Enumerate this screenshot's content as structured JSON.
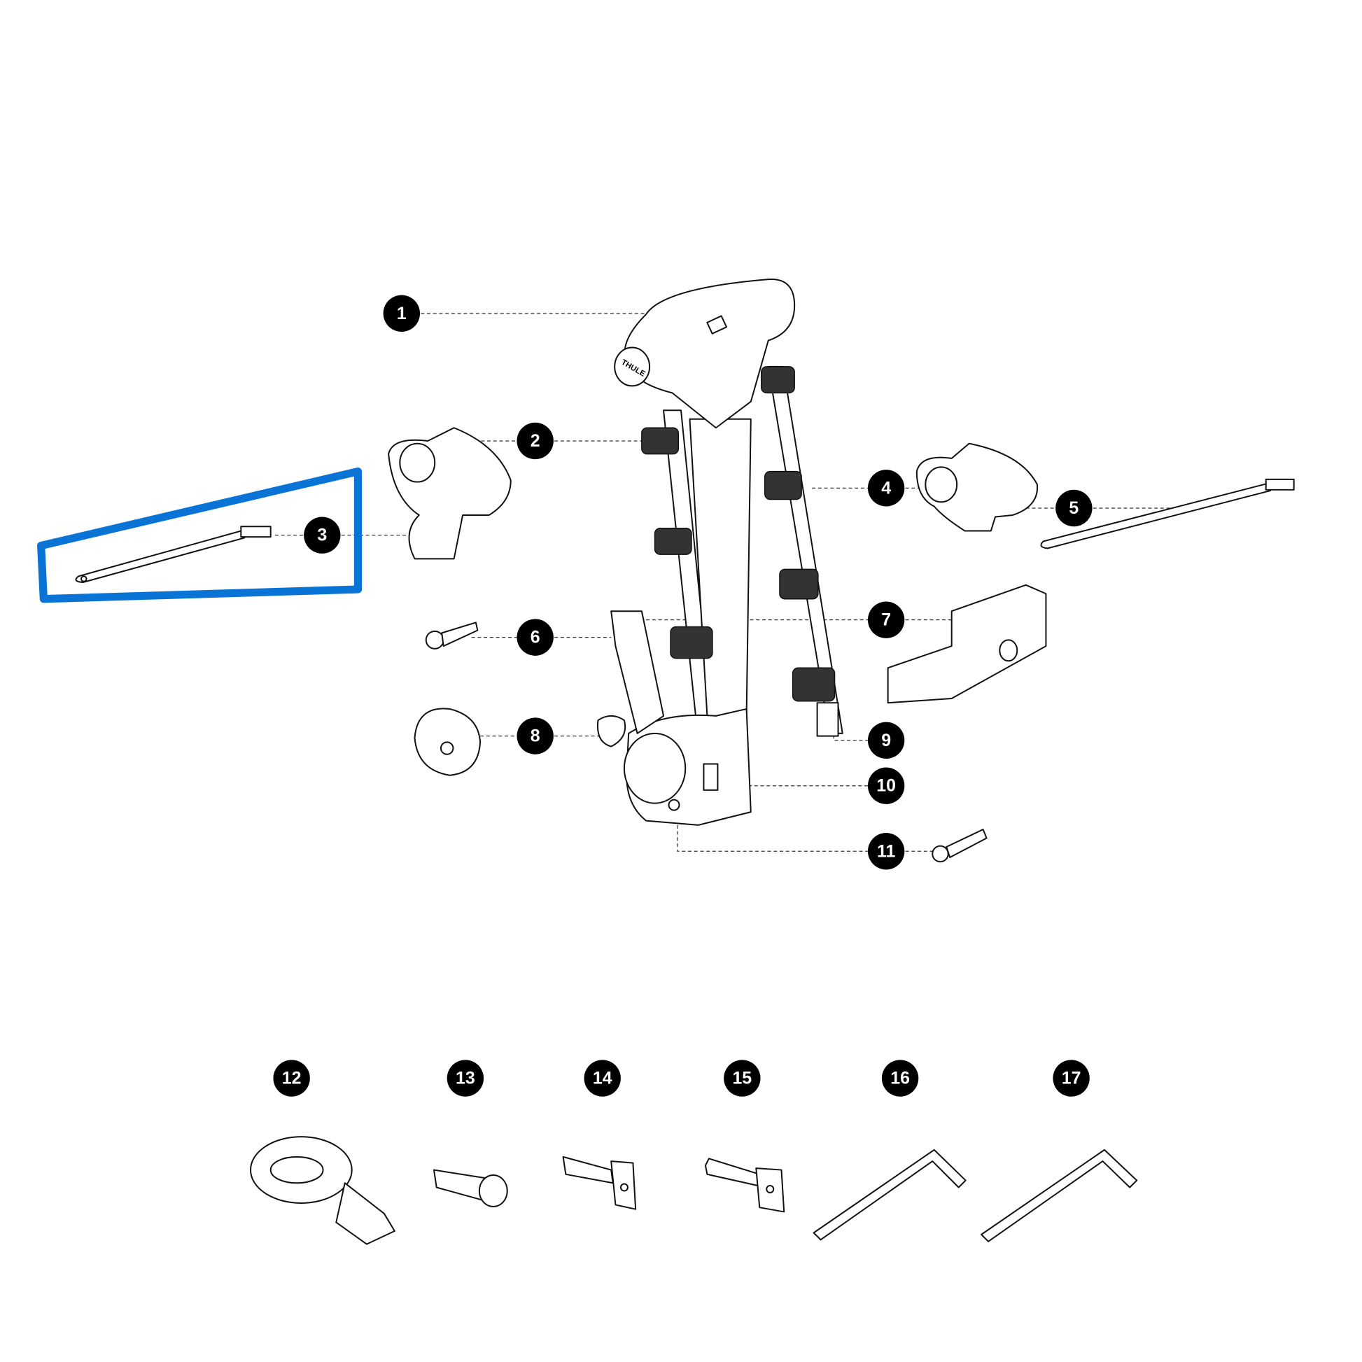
{
  "callouts": [
    "1",
    "2",
    "3",
    "4",
    "5",
    "6",
    "7",
    "8",
    "9",
    "10",
    "11",
    "12",
    "13",
    "14",
    "15",
    "16",
    "17"
  ],
  "brand_mark": "THULE",
  "highlight": {
    "target_callout": "3",
    "color": "#0a74d6"
  }
}
